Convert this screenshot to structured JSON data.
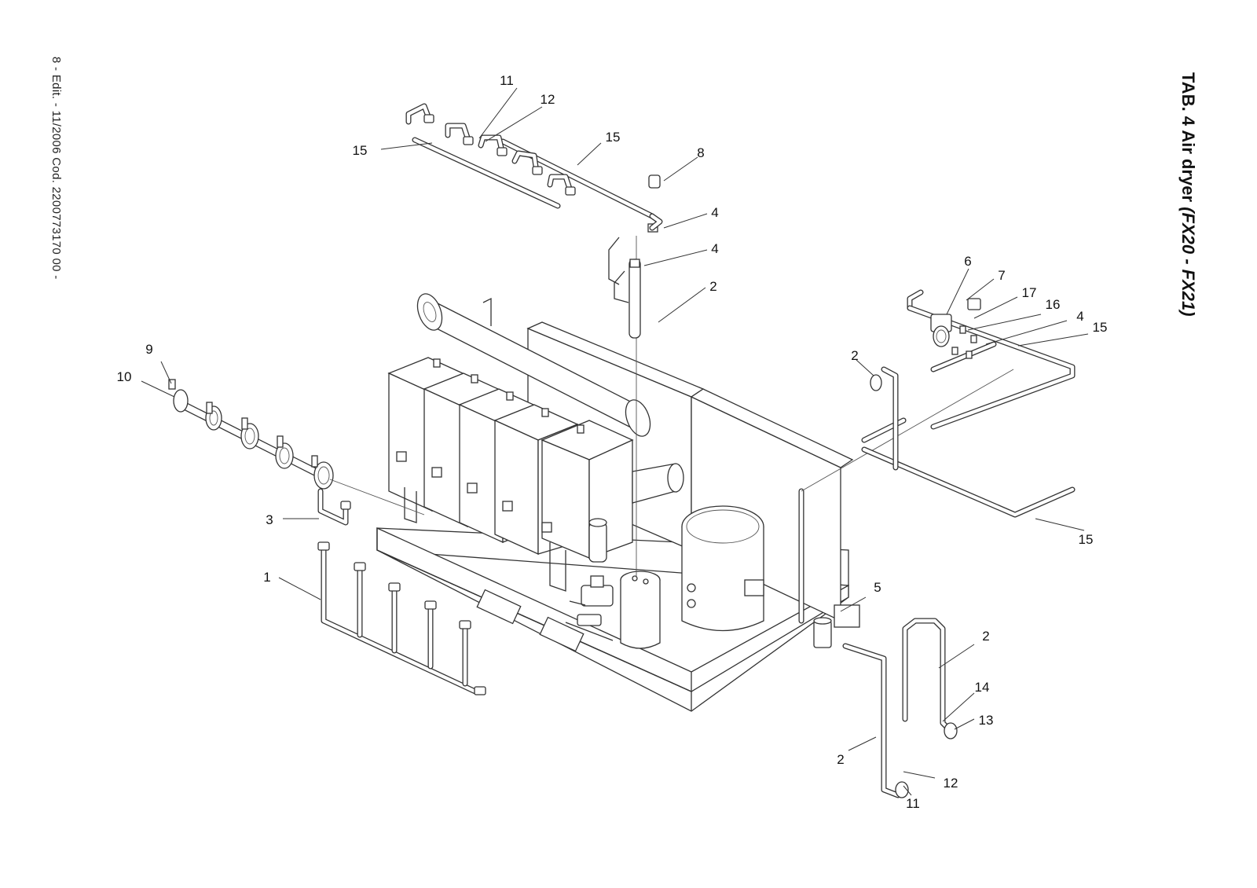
{
  "header": {
    "edition_line": "8 - Edit. -  11/2006 Cod.  2200773170  00 -",
    "tab_code": "TAB. 4",
    "tab_title": "Air dryer",
    "tab_models": "(FX20 - FX21)"
  },
  "callouts": [
    "11",
    "12",
    "15",
    "15",
    "8",
    "4",
    "4",
    "2",
    "6",
    "7",
    "17",
    "16",
    "4",
    "15",
    "9",
    "10",
    "2",
    "3",
    "15",
    "1",
    "5",
    "2",
    "14",
    "13",
    "2",
    "12",
    "11"
  ]
}
